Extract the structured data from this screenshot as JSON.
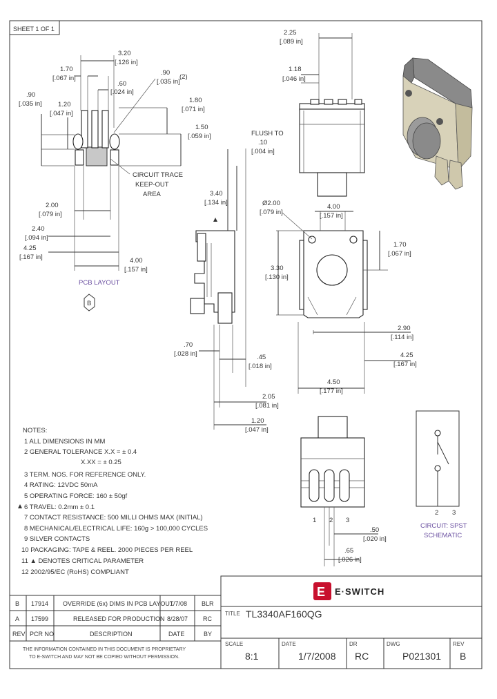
{
  "sheet_label": "SHEET 1 OF 1",
  "pcb": {
    "dims": {
      "d320": "3.20",
      "d320_in": "[.126 in]",
      "d170": "1.70",
      "d170_in": "[.067 in]",
      "d090a": ".90",
      "d090a_in": "[.035 in]",
      "d090b": ".90",
      "d090b_in": "[.035 in]",
      "d090b_note": "(2)",
      "d060": ".60",
      "d060_in": "[.024 in]",
      "d120": "1.20",
      "d120_in": "[.047 in]",
      "d180": "1.80",
      "d180_in": "[.071 in]",
      "d150": "1.50",
      "d150_in": "[.059 in]",
      "d200": "2.00",
      "d200_in": "[.079 in]",
      "d240": "2.40",
      "d240_in": "[.094 in]",
      "d425": "4.25",
      "d425_in": "[.167 in]",
      "d400": "4.00",
      "d400_in": "[.157 in]"
    },
    "keepout_label_1": "CIRCUIT TRACE",
    "keepout_label_2": "KEEP-OUT",
    "keepout_label_3": "AREA",
    "layout_label": "PCB LAYOUT",
    "rev_marker": "B"
  },
  "top_view": {
    "d225": "2.25",
    "d225_in": "[.089 in]",
    "d118": "1.18",
    "d118_in": "[.046 in]",
    "flush_1": "FLUSH TO",
    "flush_2": ".10",
    "flush_3": "[.004 in]"
  },
  "side_view": {
    "d340": "3.40",
    "d340_in": "[.134 in]",
    "d070": ".70",
    "d070_in": "[.028 in]",
    "d045": ".45",
    "d045_in": "[.018 in]",
    "d205": "2.05",
    "d205_in": "[.081 in]",
    "d120": "1.20",
    "d120_in": "[.047 in]"
  },
  "front_view": {
    "d200dia": "Ø2.00",
    "d200dia_in": "[.079 in]",
    "d400": "4.00",
    "d400_in": "[.157 in]",
    "d330": "3.30",
    "d330_in": "[.130 in]",
    "d170": "1.70",
    "d170_in": "[.067 in]",
    "d290": "2.90",
    "d290_in": "[.114 in]",
    "d425": "4.25",
    "d425_in": "[.167 in]",
    "d450": "4.50",
    "d450_in": "[.177 in]"
  },
  "bottom_view": {
    "pin1": "1",
    "pin2": "2",
    "pin3": "3",
    "d050": ".50",
    "d050_in": "[.020 in]",
    "d065": ".65",
    "d065_in": "[.026 in]"
  },
  "schematic": {
    "pin2": "2",
    "pin3": "3",
    "label_1": "CIRCUIT: SPST",
    "label_2": "SCHEMATIC"
  },
  "notes": {
    "heading": "NOTES:",
    "n1": "1  ALL DIMENSIONS IN MM",
    "n2": "2  GENERAL TOLERANCE  X.X = ± 0.4",
    "n2b": "X.XX = ± 0.25",
    "n3": "3  TERM. NOS. FOR REFERENCE ONLY.",
    "n4": "4  RATING: 12VDC 50mA",
    "n5": "5  OPERATING FORCE: 160 ± 50gf",
    "n6": "6  TRAVEL: 0.2mm ± 0.1",
    "n7": "7  CONTACT RESISTANCE: 500 MILLI OHMS MAX (INITIAL)",
    "n8": "8  MECHANICAL/ELECTRICAL LIFE: 160g > 100,000 CYCLES",
    "n9": "9  SILVER CONTACTS",
    "n10": "10  PACKAGING: TAPE & REEL. 2000 PIECES PER REEL",
    "n11": "11  ▲ DENOTES CRITICAL PARAMETER",
    "n12": "12  2002/95/EC (RoHS) COMPLIANT"
  },
  "revisions": {
    "rows": [
      {
        "rev": "B",
        "pcr": "17914",
        "desc": "OVERRIDE (6x) DIMS IN PCB LAYOUT",
        "date": "1/7/08",
        "by": "BLR"
      },
      {
        "rev": "A",
        "pcr": "17599",
        "desc": "RELEASED FOR PRODUCTION",
        "date": "8/28/07",
        "by": "RC"
      }
    ],
    "headers": {
      "rev": "REV",
      "pcr": "PCR NO",
      "desc": "DESCRIPTION",
      "date": "DATE",
      "by": "BY"
    }
  },
  "disclaimer_1": "THE INFORMATION CONTAINED IN THIS DOCUMENT IS PROPRIETARY",
  "disclaimer_2": "TO E-SWITCH AND MAY NOT BE COPIED WITHOUT PERMISSION.",
  "title_block": {
    "brand": "E·SWITCH",
    "title_label": "TITLE",
    "title": "TL3340AF160QG",
    "scale_label": "SCALE",
    "scale": "8:1",
    "date_label": "DATE",
    "date": "1/7/2008",
    "dr_label": "DR",
    "dr": "RC",
    "dwg_label": "DWG",
    "dwg": "P021301",
    "rev_label": "REV",
    "rev": "B"
  },
  "colors": {
    "brand_red": "#c8102e",
    "line": "#333333",
    "photo_body": "#9a9a9a"
  }
}
